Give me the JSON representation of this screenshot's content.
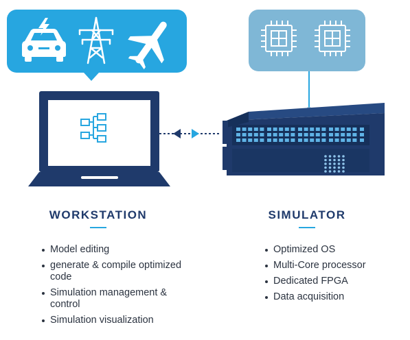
{
  "workstation": {
    "title": "WORKSTATION",
    "items": [
      "Model editing",
      "generate & compile optimized code",
      "Simulation management & control",
      "Simulation visualization"
    ],
    "icons": [
      "electric-car-icon",
      "power-pylon-icon",
      "airplane-icon",
      "block-diagram-icon"
    ]
  },
  "simulator": {
    "title": "SIMULATOR",
    "items": [
      "Optimized OS",
      "Multi-Core processor",
      "Dedicated FPGA",
      "Data acquisition"
    ],
    "icons": [
      "cpu-chip-icon",
      "cpu-chip-icon"
    ]
  },
  "colors": {
    "navy": "#1f3a6b",
    "bright_blue": "#27a6e0",
    "light_blue_panel": "#7fb7d6",
    "text": "#2b3340"
  }
}
